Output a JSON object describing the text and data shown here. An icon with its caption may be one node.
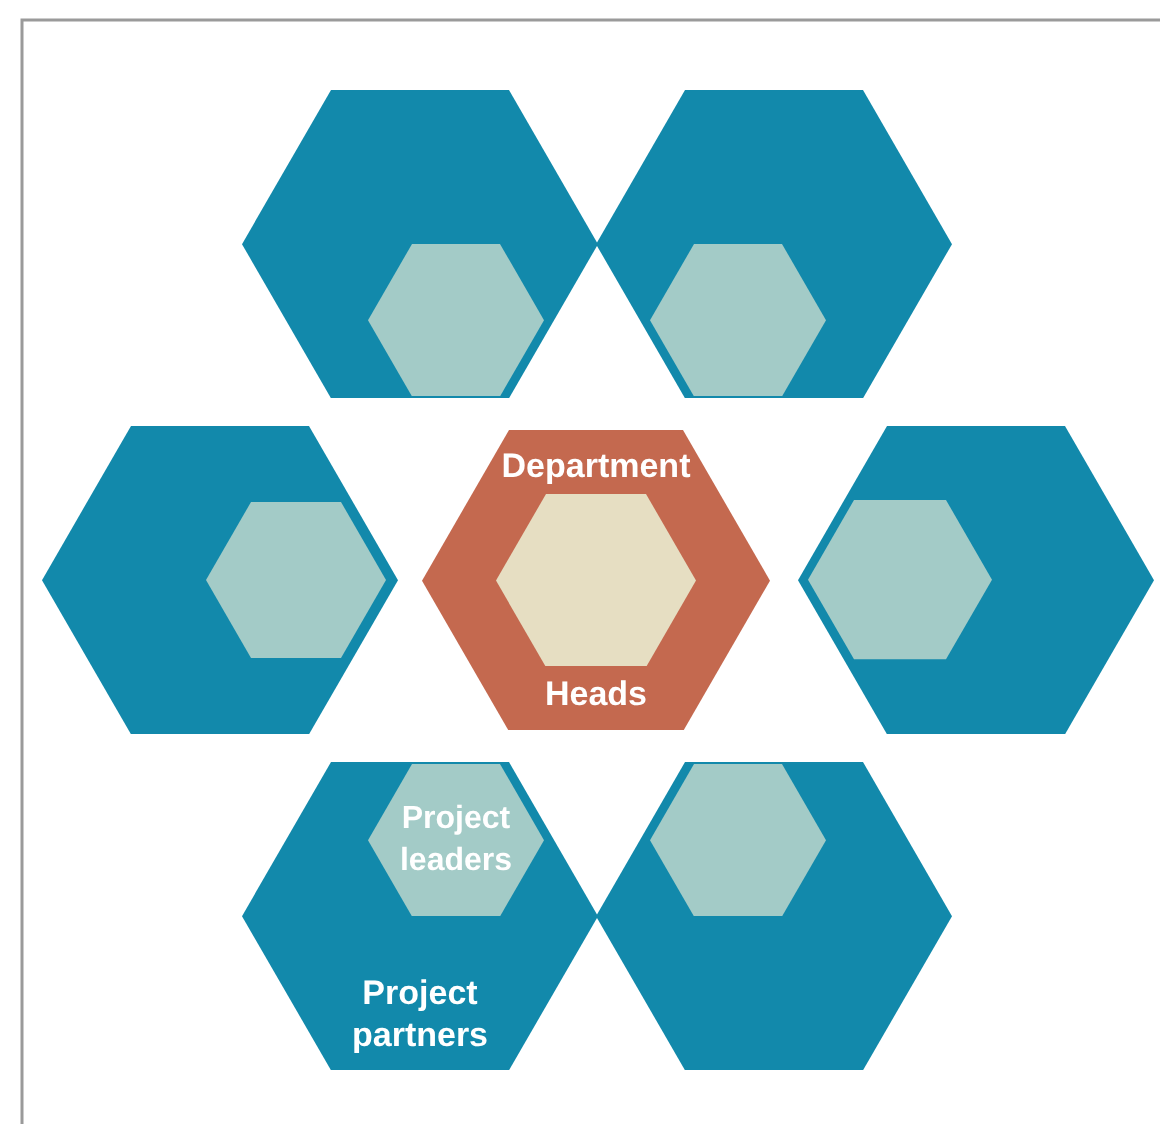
{
  "diagram": {
    "nodes": [
      {
        "text": [],
        "shape": "hexagon"
      },
      {
        "text": [],
        "shape": "hexagon",
        "in": 0
      },
      {
        "text": [],
        "shape": "hexagon"
      },
      {
        "text": [],
        "shape": "hexagon",
        "in": 2
      },
      {
        "text": [],
        "shape": "hexagon"
      },
      {
        "text": [],
        "shape": "hexagon",
        "in": 4
      },
      {
        "text": [
          "Department",
          "Heads"
        ]
      },
      {
        "text": [],
        "shape": "hexagon",
        "in": 6
      },
      {
        "text": [],
        "shape": "hexagon"
      },
      {
        "text": [],
        "shape": "hexagon",
        "in": 8
      },
      {
        "text": [
          "Project partners"
        ]
      },
      {
        "text": [
          "Project leaders"
        ],
        "in": 10
      },
      {
        "text": [],
        "shape": "hexagon"
      },
      {
        "text": [],
        "shape": "hexagon",
        "in": 12
      }
    ]
  }
}
